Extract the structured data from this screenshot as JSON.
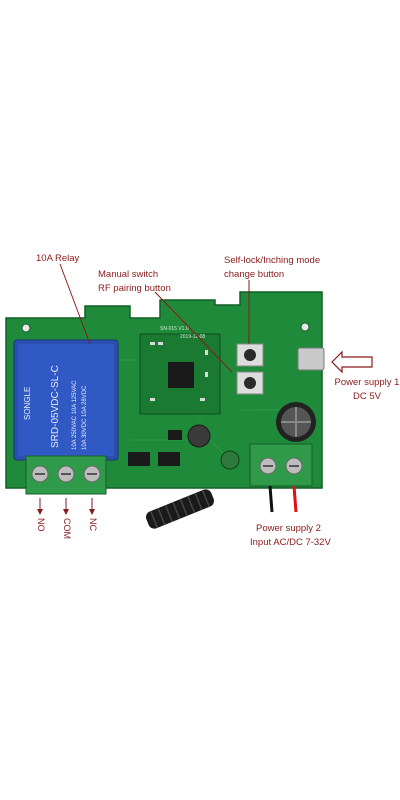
{
  "labels": {
    "relay": "10A Relay",
    "manual_switch": "Manual switch",
    "rf_pairing": "RF pairing button",
    "selflock_line1": "Self-lock/Inching mode",
    "selflock_line2": "change button",
    "power1_line1": "Power supply 1",
    "power1_line2": "DC 5V",
    "power2_line1": "Power supply 2",
    "power2_line2": "Input AC/DC 7-32V",
    "terminal_no": "NO",
    "terminal_com": "COM",
    "terminal_nc": "NC"
  },
  "board_marks": {
    "relay_brand": "SONGLE",
    "relay_model": "SRD-05VDC-SL-C",
    "relay_rating_1": "10A 250VAC  10A 125VAC",
    "relay_rating_2": "10A 30VDC  10A 28VDC",
    "module_code": "SN-015 V1.0",
    "module_date": "2019-11-08"
  },
  "colors": {
    "pcb": "#1f8a3a",
    "relay": "#2a4fb0",
    "terminal": "#2f9a4a",
    "annotation": "#8a1a1a"
  }
}
